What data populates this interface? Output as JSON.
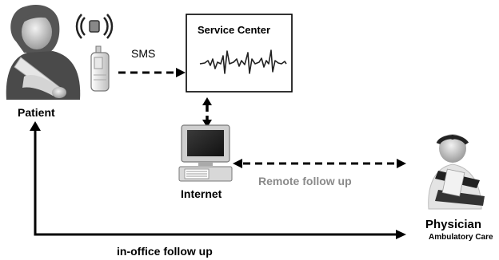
{
  "labels": {
    "sms": "SMS",
    "service_center": "Service Center",
    "patient": "Patient",
    "internet": "Internet",
    "remote_follow_up": "Remote follow up",
    "physician": "Physician",
    "ambulatory_care": "Ambulatory Care",
    "in_office_follow_up": "in-office follow up"
  },
  "icons": {
    "patient": "patient-figure-icon",
    "phone": "mobile-phone-icon",
    "signal": "wireless-signal-icon",
    "computer": "computer-terminal-icon",
    "physician": "physician-figure-icon",
    "ecg": "ecg-waveform-icon"
  },
  "colors": {
    "text": "#000000",
    "remote_text": "#8a8a8a",
    "figure_dark": "#4a4a4a",
    "figure_mid": "#9a9a9a",
    "figure_light": "#dcdcdc"
  }
}
